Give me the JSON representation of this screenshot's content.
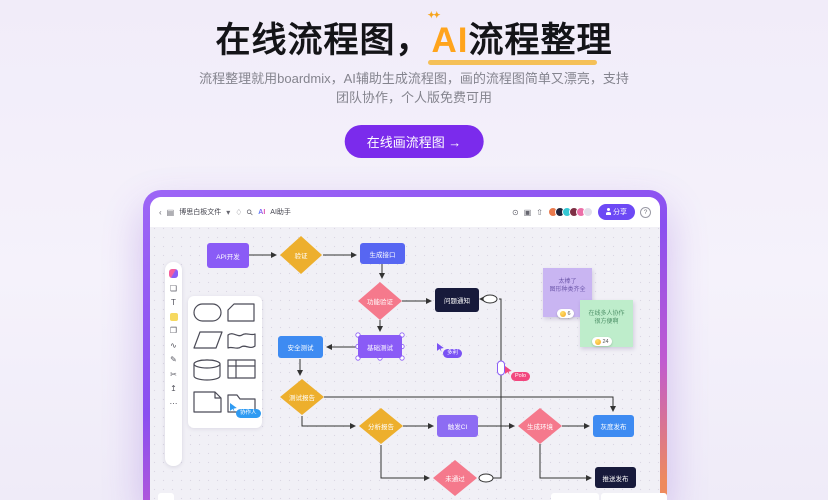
{
  "colors": {
    "accent": "#7B2BEC",
    "share_button": "#6D49F5",
    "highlight": "#FFA41C"
  },
  "hero": {
    "title_prefix": "在线流程图，",
    "title_highlight": "AI",
    "title_suffix": "流程整理",
    "sparkles": "✦✦",
    "subtitle_line1": "流程整理就用boardmix，AI辅助生成流程图，画的流程图简单又漂亮，支持",
    "subtitle_line2": "团队协作，个人版免费可用",
    "cta_label": "在线画流程图 →"
  },
  "editor": {
    "topbar": {
      "back_icon": "‹",
      "doc_icon": "▤",
      "doc_title": "博思白板文件",
      "caret": "▾",
      "tag_icon": "♢",
      "search_icon": "⚲",
      "ai_logo": "AI",
      "ai_assistant": "AI助手",
      "present_icon": "⊙",
      "comment_icon": "▣",
      "export_icon": "⇧",
      "share_label": "分享",
      "help_label": "?",
      "avatars": [
        "#E97A4D",
        "#23243B",
        "#35C8D4",
        "#7E2F44",
        "#EC6FA8",
        "#E2DFEA"
      ]
    },
    "toolbar": [
      {
        "name": "select",
        "glyph": ""
      },
      {
        "name": "frame",
        "glyph": "❏"
      },
      {
        "name": "text",
        "glyph": "T"
      },
      {
        "name": "sticky-note",
        "glyph": ""
      },
      {
        "name": "shapes",
        "glyph": "❐"
      },
      {
        "name": "connector",
        "glyph": "∿"
      },
      {
        "name": "pen",
        "glyph": "✎"
      },
      {
        "name": "scissors",
        "glyph": "✂"
      },
      {
        "name": "upload",
        "glyph": "↥"
      },
      {
        "name": "more",
        "glyph": "⋯"
      }
    ]
  },
  "flowchart": {
    "nodes": {
      "api": {
        "label": "API开发",
        "color": "#8A5BF6"
      },
      "verify": {
        "label": "验证",
        "color": "#EDAF2D"
      },
      "gen": {
        "label": "生成接口",
        "color": "#5766F2"
      },
      "func": {
        "label": "功能验证",
        "color": "#F5798C"
      },
      "notify": {
        "label": "问题通知",
        "color": "#171A3B"
      },
      "base": {
        "label": "基础测试",
        "color": "#8A5BF6"
      },
      "safe": {
        "label": "安全测试",
        "color": "#3E8BF2"
      },
      "report": {
        "label": "测试报告",
        "color": "#EDAF2D"
      },
      "analyze": {
        "label": "分析报告",
        "color": "#EDAF2D"
      },
      "ci": {
        "label": "触发CI",
        "color": "#8D6CF3"
      },
      "env": {
        "label": "生成环境",
        "color": "#F5798C"
      },
      "gray": {
        "label": "灰度发布",
        "color": "#3E8BF2"
      },
      "fail": {
        "label": "未通过",
        "color": "#F5798C"
      },
      "push": {
        "label": "推送发布",
        "color": "#171A3B"
      }
    }
  },
  "stickies": {
    "s1": {
      "line1": "太棒了",
      "line2": "图形种类齐全",
      "color": "#C9B5F2",
      "reactions": "6"
    },
    "s2": {
      "line1": "在线多人协作",
      "line2": "很方便啊",
      "color": "#BEEDCB",
      "reactions": "24"
    }
  },
  "cursors": {
    "c1": {
      "label": "协作人",
      "color": "#2F9BF2"
    },
    "c2": {
      "label": "多利",
      "color": "#7A52F4"
    },
    "c3": {
      "label": "Polo",
      "color": "#F2477E"
    }
  }
}
